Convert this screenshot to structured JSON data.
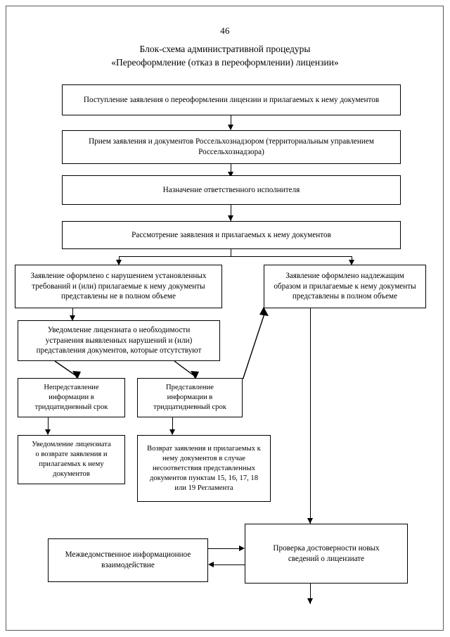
{
  "page": {
    "number": "46",
    "title_line1": "Блок-схема административной процедуры",
    "title_line2": "«Переоформление (отказ в переоформлении) лицензии»"
  },
  "nodes": {
    "n1": {
      "lines": [
        "Поступление заявления о переоформлении лицензии и прилагаемых к нему документов"
      ]
    },
    "n2": {
      "lines": [
        "Прием заявления и документов Россельхознадзором (территориальным управлением",
        "Россельхознадзора)"
      ]
    },
    "n3": {
      "lines": [
        "Назначение ответственного исполнителя"
      ]
    },
    "n4": {
      "lines": [
        "Рассмотрение заявления и прилагаемых к нему документов"
      ]
    },
    "n5": {
      "lines": [
        "Заявление оформлено с нарушением установленных",
        "требований и (или) прилагаемые к нему документы",
        "представлены не в полном объеме"
      ]
    },
    "n6": {
      "lines": [
        "Заявление оформлено надлежащим",
        "образом и прилагаемые к нему документы",
        "представлены в полном объеме"
      ]
    },
    "n7": {
      "lines": [
        "Уведомление лицензиата о необходимости",
        "устранения выявленных нарушений и (или)",
        "представления документов, которые отсутствуют"
      ]
    },
    "n8": {
      "lines": [
        "Непредставление",
        "информации в",
        "тридцатидневный срок"
      ]
    },
    "n9": {
      "lines": [
        "Представление",
        "информации в",
        "тридцатидневный срок"
      ]
    },
    "n10": {
      "lines": [
        "Уведомление лицензиата",
        "о возврате заявления и",
        "прилагаемых к нему",
        "документов"
      ]
    },
    "n11": {
      "lines": [
        "Возврат заявления и прилагаемых к",
        "нему документов в случае",
        "несоответствия представленных",
        "документов пунктам 15, 16, 17, 18",
        "или 19 Регламента"
      ]
    },
    "n12": {
      "lines": [
        "Межведомственное информационное",
        "взаимодействие"
      ]
    },
    "n13": {
      "lines": [
        "Проверка достоверности новых",
        "сведений о лицензиате"
      ]
    }
  },
  "connectors": {
    "c1": "n1-to-n2",
    "c2": "n2-to-n3",
    "c3": "n3-to-n4",
    "c4": "n4-split-to-n5",
    "c5": "n4-split-to-n6",
    "c6": "n5-to-n7",
    "c7": "n7-to-n8",
    "c8": "n7-to-n9",
    "c9": "n8-to-n10",
    "c10": "n9-to-n11",
    "c11": "n9-diagonal-to-n6",
    "c12": "n6-to-n13",
    "c13": "n12-to-n13",
    "c14": "n13-to-n12",
    "c15": "n13-to-bottom"
  }
}
